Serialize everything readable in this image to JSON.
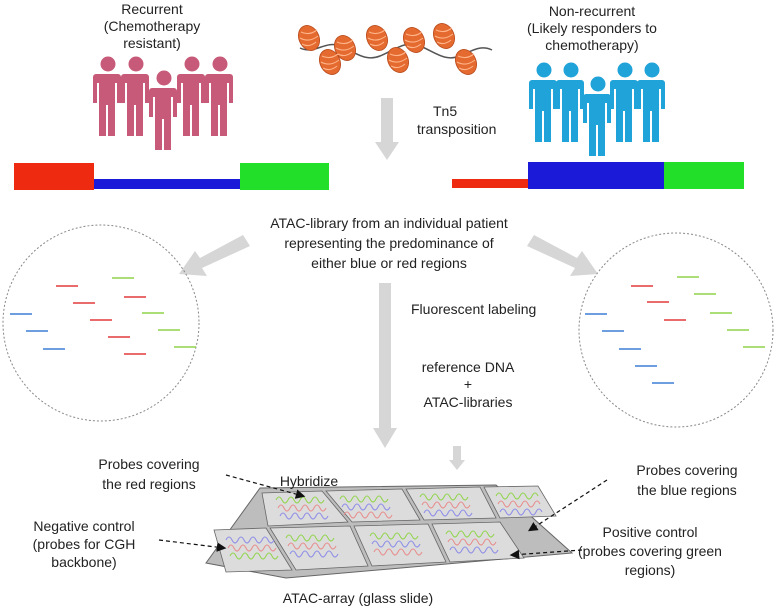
{
  "groups": {
    "recurrent": {
      "line1": "Recurrent",
      "line2": "(Chemotherapy",
      "line3": "resistant)"
    },
    "nonrecurrent": {
      "line1": "Non-recurrent",
      "line2": "(Likely responders to",
      "line3": "chemotherapy)"
    }
  },
  "steps": {
    "transposition": {
      "line1": "Tn5",
      "line2": "transposition"
    },
    "library": {
      "line1": "ATAC-library from an individual patient",
      "line2": "representing the predominance of",
      "line3": "either blue or red regions"
    },
    "labeling": "Fluorescent labeling",
    "reference": {
      "line1": "reference DNA",
      "line2": "+",
      "line3": "ATAC-libraries"
    },
    "hybridize": "Hybridize"
  },
  "callouts": {
    "red_probes": {
      "line1": "Probes covering",
      "line2": "the red regions"
    },
    "blue_probes": {
      "line1": "Probes covering",
      "line2": "the blue regions"
    },
    "negative": {
      "line1": "Negative control",
      "line2": "(probes for CGH",
      "line3": "backbone)"
    },
    "positive": {
      "line1": "Positive control",
      "line2": "(probes covering green",
      "line3": "regions)"
    }
  },
  "array_label": "ATAC-array (glass slide)",
  "colors": {
    "recurrent_people": "#c75a78",
    "nonrecurrent_people": "#1fa3d9",
    "red": "#ee2a10",
    "blue": "#1a1ad8",
    "green": "#22e02a",
    "nucleosome": "#e46a2f",
    "arrow": "#d6d6d6"
  }
}
